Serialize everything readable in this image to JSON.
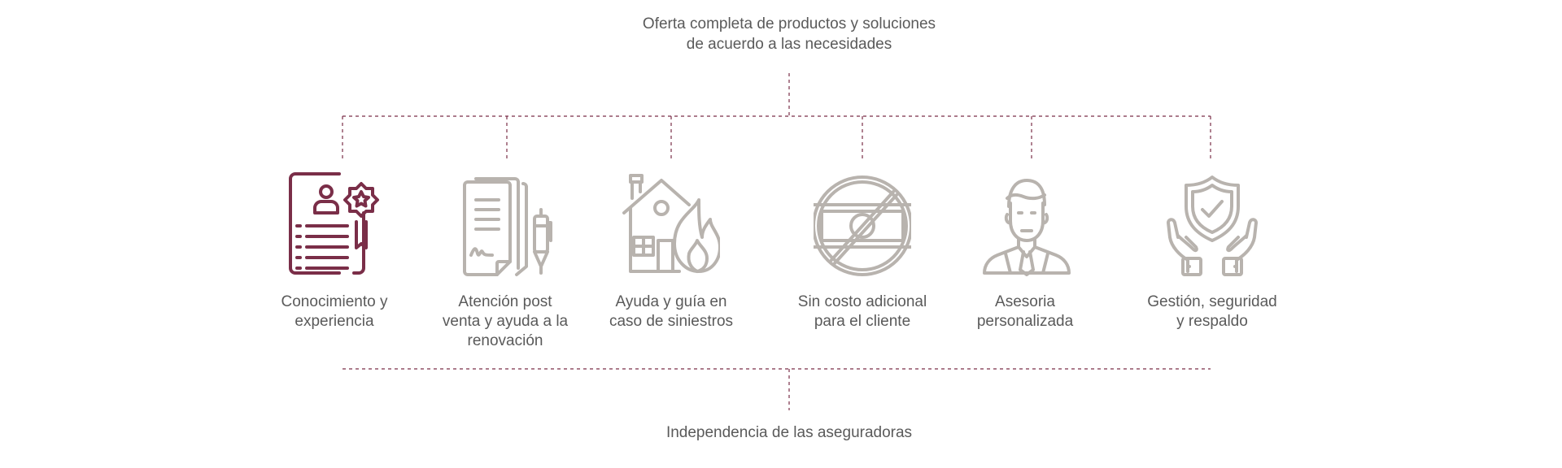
{
  "header": {
    "lines": [
      "Oferta completa de productos y soluciones",
      "de acuerdo a las necesidades"
    ]
  },
  "footer": {
    "text": "Independencia de las aseguradoras"
  },
  "colors": {
    "accent": "#7a2e48",
    "icon_grey": "#b8b3ae",
    "text": "#5a5a5a"
  },
  "items": [
    {
      "icon": "certificate-icon",
      "highlighted": true,
      "label_lines": [
        "Conocimiento y",
        "experiencia"
      ]
    },
    {
      "icon": "documents-pen-icon",
      "highlighted": false,
      "label_lines": [
        "Atención post",
        "venta y ayuda a la",
        "renovación"
      ]
    },
    {
      "icon": "house-fire-icon",
      "highlighted": false,
      "label_lines": [
        "Ayuda y guía en",
        "caso de siniestros"
      ]
    },
    {
      "icon": "no-money-icon",
      "highlighted": false,
      "label_lines": [
        "Sin costo adicional",
        "para el cliente"
      ]
    },
    {
      "icon": "advisor-icon",
      "highlighted": false,
      "label_lines": [
        "Asesoria",
        "personalizada"
      ]
    },
    {
      "icon": "hands-shield-icon",
      "highlighted": false,
      "label_lines": [
        "Gestión, seguridad",
        "y respaldo"
      ]
    }
  ]
}
